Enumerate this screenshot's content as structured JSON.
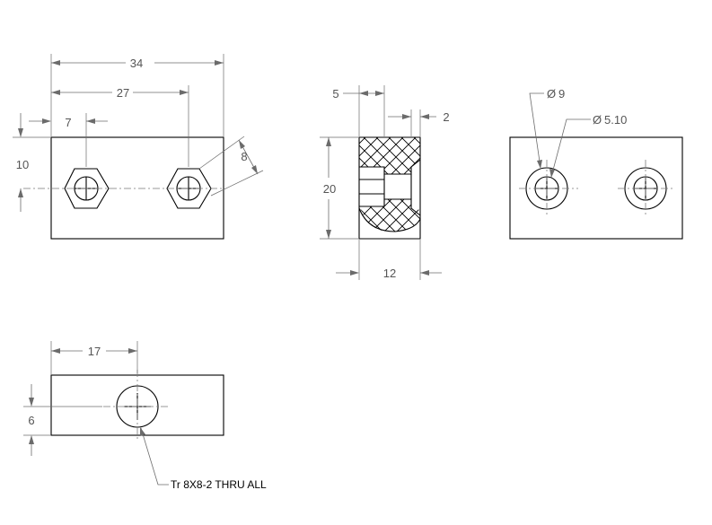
{
  "drawing": {
    "front_view": {
      "width_dim": "34",
      "hole_spacing_dim": "27",
      "edge_offset_dim": "7",
      "height_offset_dim": "10",
      "hex_across_flats_dim": "8"
    },
    "section_view": {
      "counterbore_depth_dim": "5",
      "lip_dim": "2",
      "height_dim": "20",
      "width_dim": "12"
    },
    "right_view": {
      "outer_diameter_dim": "9",
      "inner_diameter_dim": "5.10",
      "diameter_symbol": "Ø"
    },
    "bottom_view": {
      "hole_offset_dim": "17",
      "height_offset_dim": "6",
      "thread_note": "Tr 8X8-2 THRU ALL"
    }
  }
}
